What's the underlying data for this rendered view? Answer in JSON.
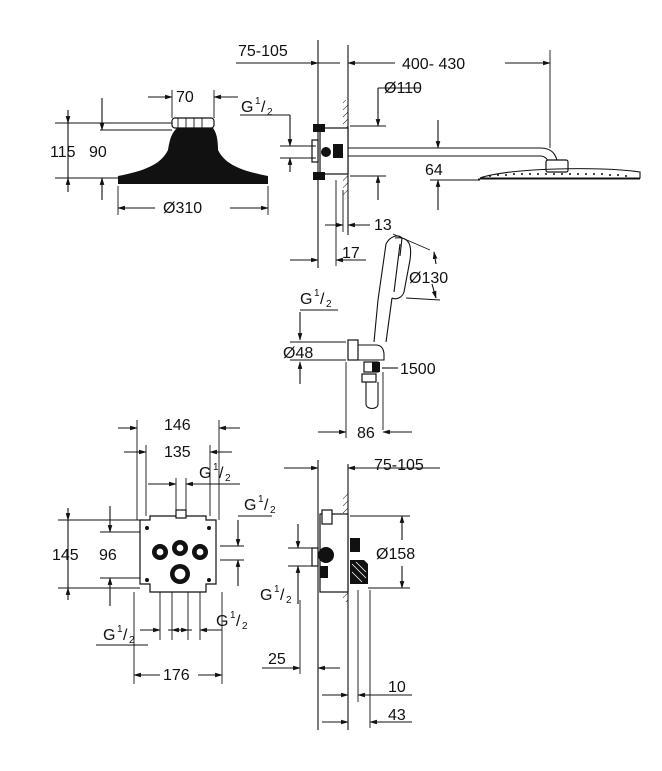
{
  "labels": {
    "head_70": "70",
    "head_115": "115",
    "head_90": "90",
    "head_d310": "Ø310",
    "top_75_105": "75-105",
    "top_400_430": "400- 430",
    "top_d110": "Ø110",
    "top_g": "G",
    "top_64": "64",
    "top_13": "13",
    "top_17": "17",
    "hand_d130": "Ø130",
    "hand_g": "G",
    "hand_d48": "Ø48",
    "hand_1500": "1500",
    "hand_86": "86",
    "box_146": "146",
    "box_135": "135",
    "box_g_top": "G",
    "box_g_right": "G",
    "box_145": "145",
    "box_96": "96",
    "box_g_bl": "G",
    "box_g_br": "G",
    "box_176": "176",
    "side_75_105": "75-105",
    "side_d158": "Ø158",
    "side_g": "G",
    "side_25": "25",
    "side_10": "10",
    "side_43": "43",
    "frac_num": "1",
    "frac_den": "2"
  },
  "colors": {
    "ink": "#111111",
    "background": "#ffffff"
  }
}
